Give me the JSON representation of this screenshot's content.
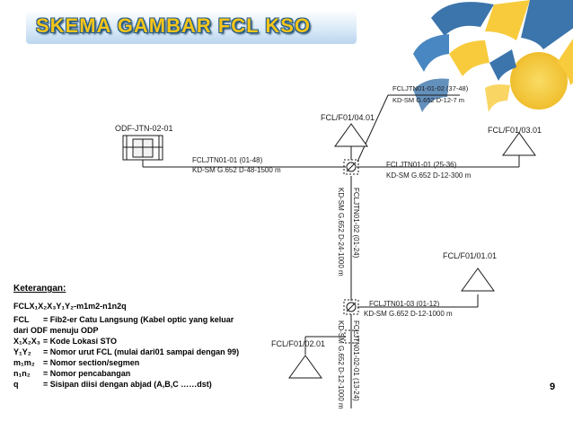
{
  "slide": {
    "title": "SKEMA GAMBAR FCL KSO",
    "page_number": "9"
  },
  "diagram": {
    "odf_label": "ODF-JTN-02-01",
    "cable_main_name": "FCLJTN01-01 (01-48)",
    "cable_main_spec": "KD-SM G.652 D-48-1500 m",
    "node_top_label": "FCL/F01/04.01",
    "cable_top_name": "FCLJTN01-01-02 (37-48)",
    "cable_top_spec": "KD-SM G.652 D-12-7 m",
    "node_right_label": "FCL/F01/03.01",
    "cable_right_name": "FCLJTN01-01 (25-36)",
    "cable_right_spec": "KD-SM G.652 D-12-300 m",
    "cable_down_name": "FCLJTN01-02 (01-24)",
    "cable_down_spec": "KD-SM G.652 D-24-1000 m",
    "node_lower_right_label": "FCL/F01/01.01",
    "cable_lower_right_name": "FCLJTN01-03 (01-12)",
    "cable_lower_right_spec": "KD-SM G.652 D-12-1000 m",
    "node_lower_left_label": "FCL/F01/02.01",
    "cable_lower_down_name": "FCLJTN01-02-01 (13-24)",
    "cable_lower_down_spec": "KD-SM G.652 D-12-1000 m"
  },
  "legend": {
    "heading": "Keterangan:",
    "formula": "FCLX₁X₂X₃Y₁Y₂-m1m2-n1n2q",
    "items": [
      {
        "term": "FCL",
        "def": "= Fib2-er Catu Langsung (Kabel optic yang keluar"
      },
      {
        "term": "",
        "def": "dari ODF menuju ODP"
      },
      {
        "term": "X₁X₂X₃",
        "def": "= Kode Lokasi STO"
      },
      {
        "term": "Y₁Y₂",
        "def": "= Nomor urut FCL (mulai dari01 sampai dengan 99)"
      },
      {
        "term": "m₁m₂",
        "def": "= Nomor section/segmen"
      },
      {
        "term": "n₁n₂",
        "def": "= Nomor pencabangan"
      },
      {
        "term": "q",
        "def": "= Sisipan diisi dengan abjad (A,B,C ……dst)"
      }
    ]
  },
  "colors": {
    "line": "#1a1a1a",
    "title_fill": "#f4c41a",
    "title_outline": "#1f5a8c",
    "logo_blue": "#1b5e9e",
    "logo_yellow": "#f6c21b"
  }
}
